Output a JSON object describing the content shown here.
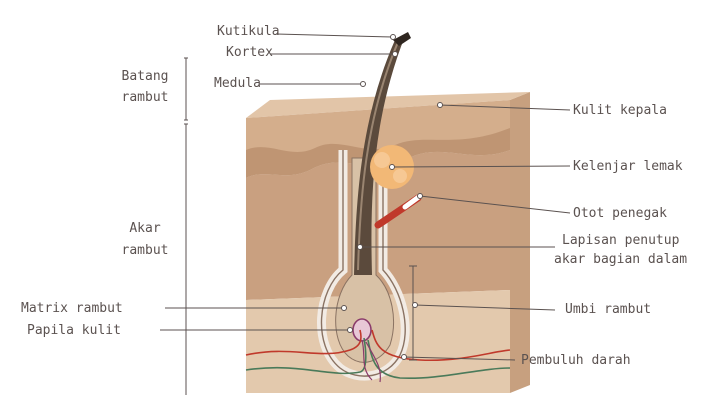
{
  "labels": {
    "kutikula": "Kutikula",
    "kortex": "Kortex",
    "medula": "Medula",
    "batang_line1": "Batang",
    "batang_line2": "rambut",
    "akar_line1": "Akar",
    "akar_line2": "rambut",
    "matrix": "Matrix rambut",
    "papila": "Papila kulit",
    "kulit_kepala": "Kulit kepala",
    "kelenjar": "Kelenjar lemak",
    "otot": "Otot penegak",
    "lapisan_line1": "Lapisan penutup",
    "lapisan_line2": "akar bagian dalam",
    "umbi": "Umbi rambut",
    "pembuluh": "Pembuluh darah"
  },
  "colors": {
    "skin_top": "#d9b99a",
    "skin_mid": "#c9a282",
    "skin_low": "#e0c6aa",
    "skin_side": "#c8a382",
    "hair_dark": "#5b4a3c",
    "hair_light": "#8e7a66",
    "gland": "#f0b574",
    "muscle": "#c0392b",
    "blood_red": "#c0392b",
    "blood_green": "#4a7a5a",
    "leader": "#5b5250"
  }
}
